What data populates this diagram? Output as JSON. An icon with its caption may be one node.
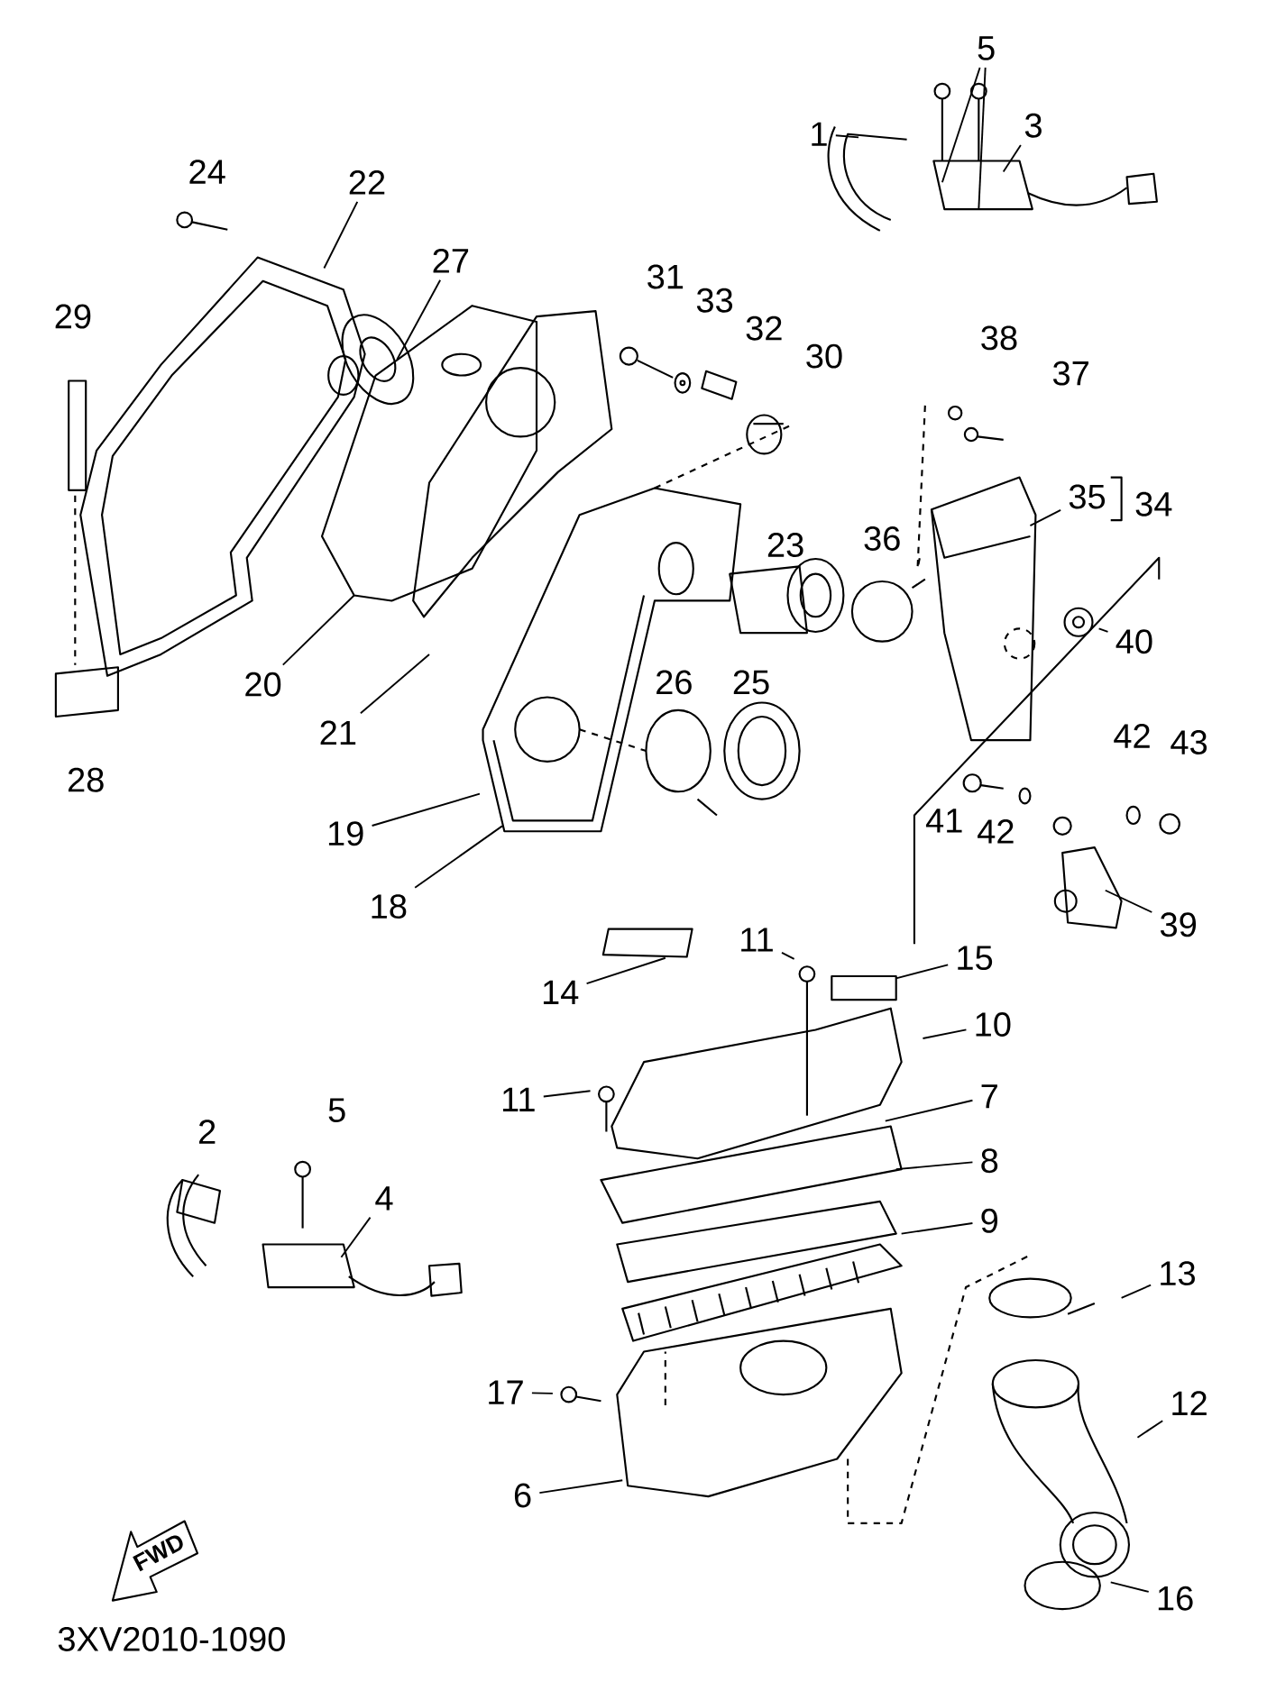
{
  "diagram": {
    "nodes": [
      {
        "text": [
          "5"
        ]
      },
      {
        "text": [
          "1"
        ]
      },
      {
        "text": [
          "3"
        ]
      },
      {
        "text": [
          "22"
        ]
      },
      {
        "text": [
          "27"
        ]
      },
      {
        "text": [
          "35"
        ]
      },
      {
        "text": [
          "40"
        ]
      },
      {
        "text": [
          "20"
        ]
      },
      {
        "text": [
          "21"
        ]
      },
      {
        "text": [
          "19"
        ]
      },
      {
        "text": [
          "18"
        ]
      },
      {
        "text": [
          "39"
        ]
      },
      {
        "text": [
          "11"
        ]
      },
      {
        "text": [
          "14"
        ]
      },
      {
        "text": [
          "15"
        ]
      },
      {
        "text": [
          "10"
        ]
      },
      {
        "text": [
          "11"
        ]
      },
      {
        "text": [
          "7"
        ]
      },
      {
        "text": [
          "8"
        ]
      },
      {
        "text": [
          "9"
        ]
      },
      {
        "text": [
          "4"
        ]
      },
      {
        "text": [
          "13"
        ]
      },
      {
        "text": [
          "17"
        ]
      },
      {
        "text": [
          "12"
        ]
      },
      {
        "text": [
          "6"
        ]
      },
      {
        "text": [
          "16"
        ]
      }
    ],
    "edges": [
      {
        "from": 0,
        "to": null,
        "arrow": "none"
      },
      {
        "from": 0,
        "to": null,
        "arrow": "none"
      },
      {
        "from": 1,
        "to": null,
        "arrow": "none"
      },
      {
        "from": 2,
        "to": null,
        "arrow": "none"
      },
      {
        "from": 3,
        "to": null,
        "arrow": "none"
      },
      {
        "from": 4,
        "to": null,
        "arrow": "none"
      },
      {
        "from": 5,
        "to": null,
        "arrow": "none"
      },
      {
        "from": 6,
        "to": null,
        "arrow": "none"
      },
      {
        "from": 7,
        "to": null,
        "arrow": "none"
      },
      {
        "from": 8,
        "to": null,
        "arrow": "none"
      },
      {
        "from": 9,
        "to": null,
        "arrow": "none"
      },
      {
        "from": 10,
        "to": null,
        "arrow": "none"
      },
      {
        "from": 11,
        "to": null,
        "arrow": "none"
      },
      {
        "from": 12,
        "to": null,
        "arrow": "none"
      },
      {
        "from": 13,
        "to": null,
        "arrow": "none"
      },
      {
        "from": 14,
        "to": null,
        "arrow": "none"
      },
      {
        "from": 15,
        "to": null,
        "arrow": "none"
      },
      {
        "from": 16,
        "to": null,
        "arrow": "none"
      },
      {
        "from": 17,
        "to": null,
        "arrow": "none"
      },
      {
        "from": 18,
        "to": null,
        "arrow": "none"
      },
      {
        "from": 19,
        "to": null,
        "arrow": "none"
      },
      {
        "from": 20,
        "to": null,
        "arrow": "none"
      },
      {
        "from": 21,
        "to": null,
        "arrow": "none"
      },
      {
        "from": 22,
        "to": null,
        "arrow": "none"
      },
      {
        "from": 23,
        "to": null,
        "arrow": "none"
      },
      {
        "from": 24,
        "to": null,
        "arrow": "none"
      },
      {
        "from": 25,
        "to": null,
        "arrow": "none"
      }
    ],
    "labels": [
      "24",
      "29",
      "31",
      "33",
      "32",
      "30",
      "38",
      "37",
      "34",
      "36",
      "23",
      "26",
      "25",
      "28",
      "42",
      "43",
      "41",
      "42",
      "5",
      "2",
      "FWD",
      "3XV2010-1090"
    ]
  }
}
